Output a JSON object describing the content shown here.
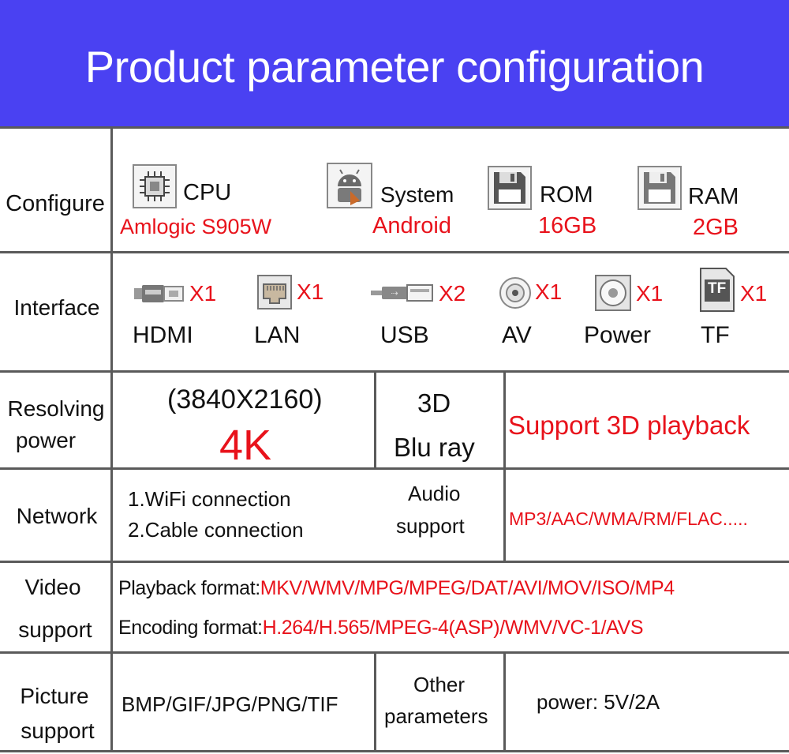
{
  "header": {
    "title": "Product parameter configuration"
  },
  "rows": {
    "configure": {
      "label": "Configure",
      "items": [
        {
          "icon": "cpu-chip-icon",
          "name": "CPU",
          "value": "Amlogic S905W"
        },
        {
          "icon": "android-icon",
          "name": "System",
          "value": "Android"
        },
        {
          "icon": "floppy-disk-icon",
          "name": "ROM",
          "value": "16GB"
        },
        {
          "icon": "floppy-disk-icon",
          "name": "RAM",
          "value": "2GB"
        }
      ]
    },
    "interface": {
      "label": "Interface",
      "ports": [
        {
          "icon": "hdmi-port-icon",
          "count": "X1",
          "name": "HDMI"
        },
        {
          "icon": "lan-port-icon",
          "count": "X1",
          "name": "LAN"
        },
        {
          "icon": "usb-port-icon",
          "count": "X2",
          "name": "USB"
        },
        {
          "icon": "av-port-icon",
          "count": "X1",
          "name": "AV"
        },
        {
          "icon": "power-port-icon",
          "count": "X1",
          "name": "Power"
        },
        {
          "icon": "tf-card-icon",
          "count": "X1",
          "name": "TF",
          "icon_text": "TF"
        }
      ]
    },
    "resolving": {
      "label_line1": "Resolving",
      "label_line2": "power",
      "resolution": "(3840X2160)",
      "res_name": "4K",
      "td_line1": "3D",
      "td_line2": "Blu ray",
      "playback": "Support 3D playback"
    },
    "network": {
      "label": "Network",
      "line1": "1.WiFi connection",
      "line2": "2.Cable connection",
      "audio_line1": "Audio",
      "audio_line2": "support",
      "audio_formats": "MP3/AAC/WMA/RM/FLAC....."
    },
    "video": {
      "label_line1": "Video",
      "label_line2": "support",
      "playback_label": "Playback format:",
      "playback_value": "MKV/WMV/MPG/MPEG/DAT/AVI/MOV/ISO/MP4",
      "encoding_label": "Encoding format:",
      "encoding_value": "H.264/H.565/MPEG-4(ASP)/WMV/VC-1/AVS"
    },
    "picture": {
      "label_line1": "Picture",
      "label_line2": "support",
      "formats": "BMP/GIF/JPG/PNG/TIF",
      "other_line1": "Other",
      "other_line2": "parameters",
      "power": "power: 5V/2A"
    }
  },
  "colors": {
    "banner": "#4a41f2",
    "accent_red": "#e8121b",
    "grid": "#5a5a5a"
  }
}
